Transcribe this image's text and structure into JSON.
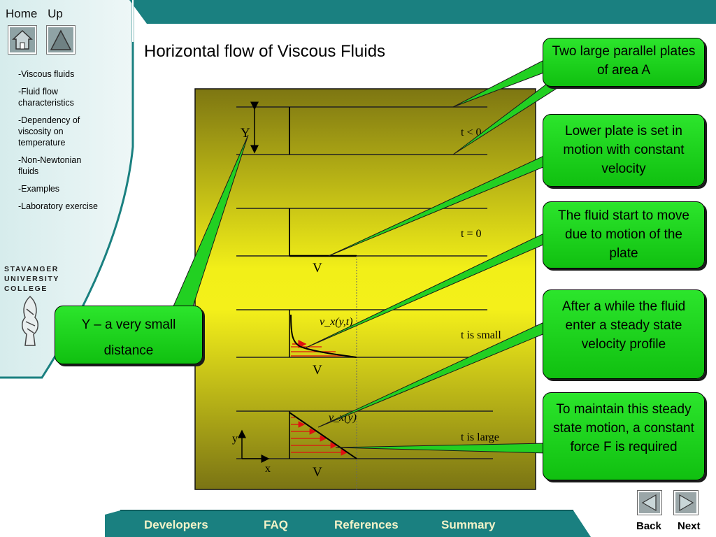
{
  "top_nav": {
    "home_label": "Home",
    "up_label": "Up"
  },
  "title": "Horizontal flow of Viscous Fluids",
  "sidebar": {
    "items": [
      "-Viscous fluids",
      "-Fluid flow characteristics",
      "-Dependency of viscosity on temperature",
      "-Non-Newtonian fluids",
      "-Examples",
      "-Laboratory exercise"
    ],
    "college_lines": [
      "STAVANGER",
      "UNIVERSITY",
      "COLLEGE"
    ]
  },
  "diagram": {
    "state_labels": [
      "t < 0",
      "t = 0",
      "t is small",
      "t is large"
    ],
    "height_label": "Y",
    "velocity_label": "V",
    "profile_label_small": "v_x(y,t)",
    "profile_label_large": "v_x(y)",
    "axis_y_label": "y",
    "axis_x_label": "x"
  },
  "callouts": {
    "plates": "Two large parallel plates of area A",
    "lower_plate": "Lower plate is set in motion with constant velocity",
    "fluid_start": "The fluid start to move due to motion of the plate",
    "steady_state": "After a while the fluid enter a steady state velocity profile",
    "force": "To maintain this steady state motion, a constant force F is required",
    "y_distance": "Y – a very small distance"
  },
  "bottom_bar": {
    "links": [
      "Developers",
      "FAQ",
      "References",
      "Summary"
    ],
    "back_label": "Back",
    "next_label": "Next"
  },
  "colors": {
    "teal": "#1a8080",
    "callout_green": "#22d022",
    "diagram_olive": "#8a8410",
    "bottom_text": "#f2f2c8"
  }
}
